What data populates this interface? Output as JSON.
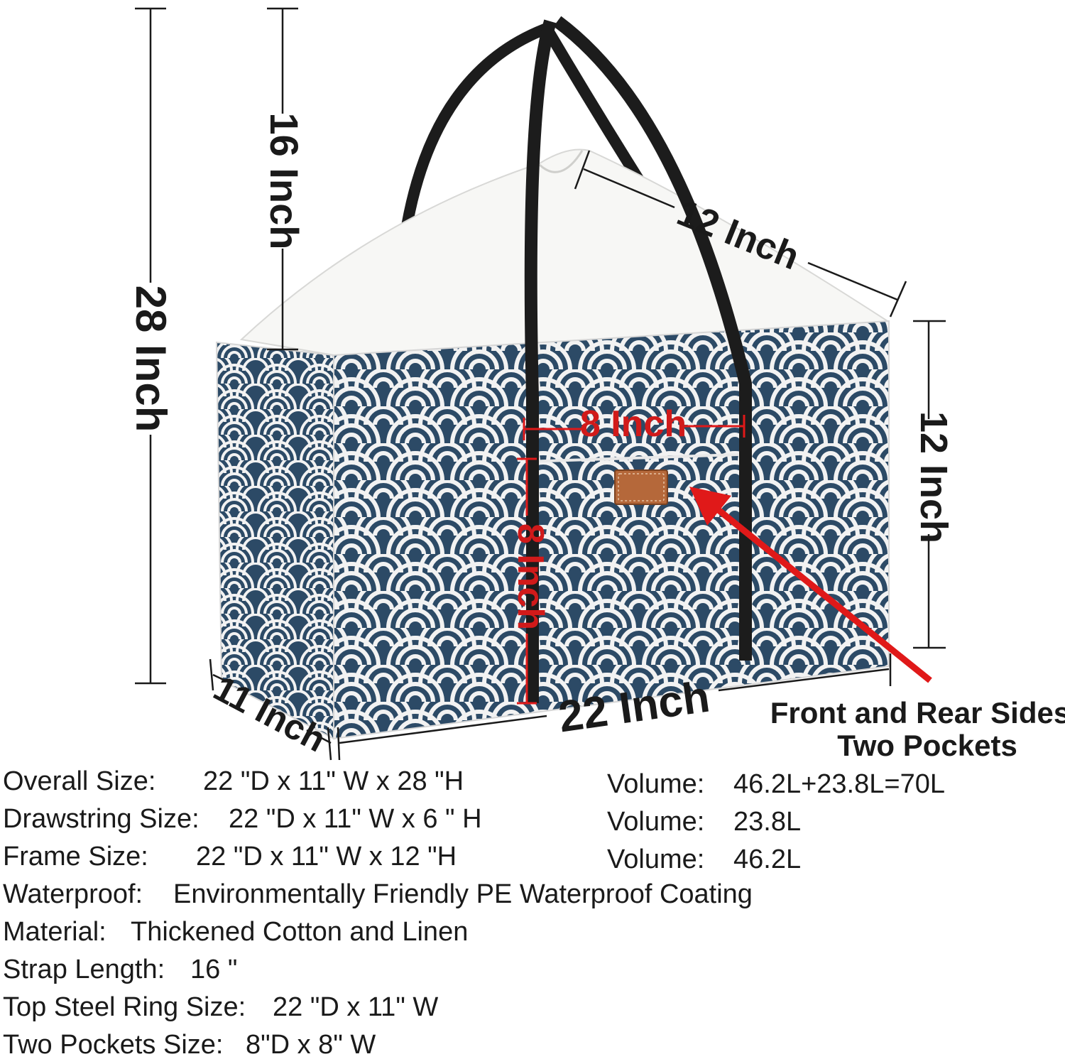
{
  "dimensions": {
    "overall_height": "28 Inch",
    "drawstring_height": "16 Inch",
    "drawstring_depth": "12 Inch",
    "frame_height": "12 Inch",
    "pocket_width": "8 Inch",
    "pocket_height": "8 Inch",
    "bottom_width": "11 Inch",
    "bottom_length": "22 Inch"
  },
  "callout": {
    "line1": "Front and Rear Sides",
    "line2": "Two Pockets"
  },
  "specs": [
    {
      "label": "Overall Size:",
      "value": "22 \"D x 11\" W x 28 \"H"
    },
    {
      "label": "Drawstring Size:",
      "value": "22 \"D x 11\" W x 6 \" H"
    },
    {
      "label": "Frame Size:",
      "value": "22 \"D x 11\" W x 12 \"H"
    },
    {
      "label": "Waterproof:",
      "value": "Environmentally Friendly PE Waterproof Coating"
    },
    {
      "label": "Material:",
      "value": "Thickened Cotton and Linen"
    },
    {
      "label": "Strap Length:",
      "value": "16 \""
    },
    {
      "label": "Top Steel Ring Size:",
      "value": "22 \"D x 11\" W"
    },
    {
      "label": "Two Pockets Size:",
      "value": "8\"D x 8\" W"
    }
  ],
  "volumes": [
    {
      "label": "Volume:",
      "value": "46.2L+23.8L=70L"
    },
    {
      "label": "Volume:",
      "value": "23.8L"
    },
    {
      "label": "Volume:",
      "value": "46.2L"
    }
  ],
  "colors": {
    "bag_navy": "#2c4a66",
    "pattern_white": "#f2f2f2",
    "strap_black": "#1c1c1c",
    "drawstring_white": "#f7f7f5",
    "accent_red": "#e01919",
    "tag_brown": "#b5683a"
  }
}
